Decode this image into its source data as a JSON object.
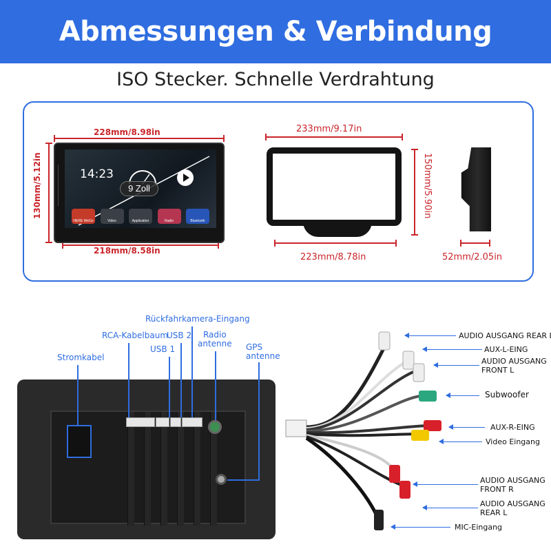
{
  "header": {
    "title": "Abmessungen & Verbindung"
  },
  "subtitle": "ISO Stecker. Schnelle Verdrahtung",
  "dimensions": {
    "unit_width_top": "228mm/8.98in",
    "unit_width_bottom": "218mm/8.58in",
    "unit_height": "130mm/5.12in",
    "frame_width_top": "233mm/9.17in",
    "frame_width_bottom": "223mm/8.78in",
    "frame_height": "150mm/5.90in",
    "bracket_depth": "52mm/2.05in"
  },
  "screen": {
    "time": "14:23",
    "size_badge": "9 Zoll",
    "apps": [
      "HERE WeGo",
      "Video",
      "Application",
      "Radio",
      "Bluetooth"
    ]
  },
  "back_labels": {
    "power": "Stromkabel",
    "rca": "RCA-Kabelbaum",
    "usb2": "USB 2",
    "usb1": "USB 1",
    "camera": "Rückfahrkamera-Eingang",
    "radio": "Radio\nantenne",
    "gps": "GPS\nantenne"
  },
  "cable_labels": [
    "AUDIO AUSGANG REAR L",
    "AUX-L-EING",
    "AUDIO AUSGANG\nFRONT L",
    "Subwoofer",
    "AUX-R-EING",
    "Video Eingang",
    "AUDIO AUSGANG\nFRONT R",
    "AUDIO AUSGANG\nREAR L",
    "MIC-Eingang"
  ],
  "colors": {
    "accent": "#2f6de0",
    "dimension": "#c9252b"
  }
}
